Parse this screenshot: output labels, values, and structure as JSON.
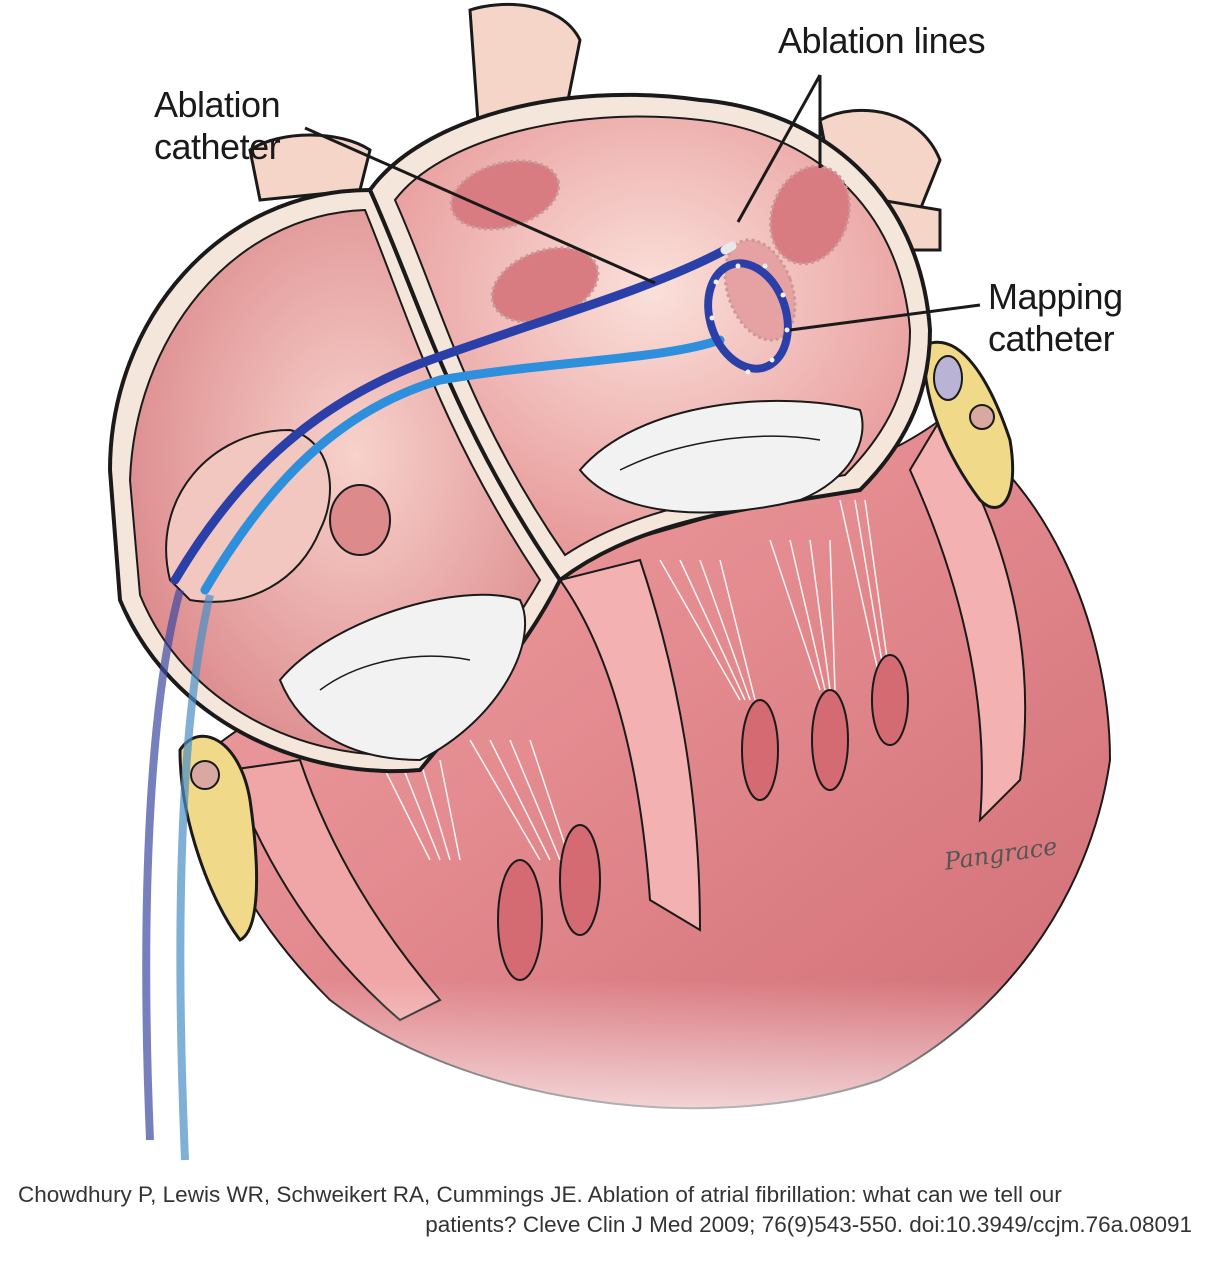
{
  "figure": {
    "type": "medical-illustration",
    "subject": "Heart cross-section showing catheter ablation of atrial fibrillation",
    "labels": {
      "ablation_catheter": [
        "Ablation",
        "catheter"
      ],
      "ablation_lines": "Ablation lines",
      "mapping_catheter": [
        "Mapping",
        "catheter"
      ]
    },
    "signature": "Pangrace",
    "colors": {
      "tissue_pink": "#e9a0a0",
      "tissue_light": "#f6d2cc",
      "wall_cream": "#f5e6dc",
      "valve_white": "#f2f2f2",
      "catheter_dark_blue": "#2a3fa8",
      "catheter_light_blue": "#2e8fdc",
      "fat_yellow": "#f1d98a",
      "outline": "#1a1a1a",
      "muscle_red": "#c9606a"
    }
  },
  "citation": {
    "line1": "Chowdhury P, Lewis WR, Schweikert RA, Cummings JE. Ablation of atrial fibrillation: what can we tell our",
    "line2": "patients? Cleve Clin J Med 2009; 76(9)543-550. doi:10.3949/ccjm.76a.08091"
  }
}
